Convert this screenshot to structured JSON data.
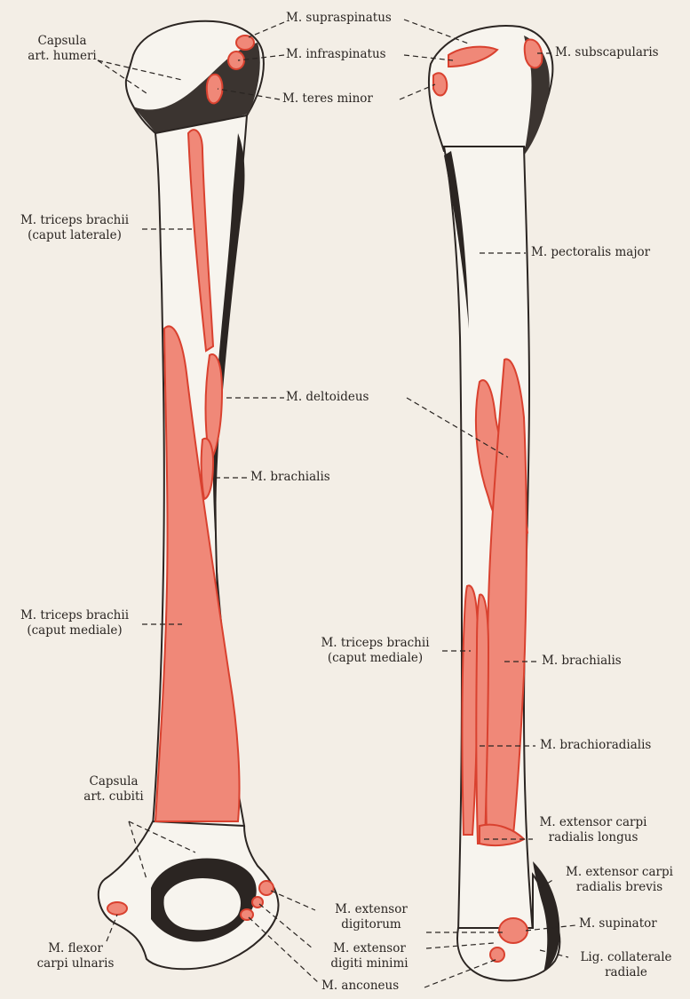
{
  "labels": {
    "capsula_humeri": [
      "Capsula",
      "art. humeri"
    ],
    "supraspinatus": "M. supraspinatus",
    "infraspinatus": "M. infraspinatus",
    "subscapularis": "M. subscapularis",
    "teres_minor": "M. teres minor",
    "triceps_lateral": [
      "M. triceps brachii",
      "(caput laterale)"
    ],
    "pectoralis_major": "M. pectoralis major",
    "deltoideus": "M. deltoideus",
    "brachialis_left": "M. brachialis",
    "triceps_medial_left": [
      "M. triceps brachii",
      "(caput mediale)"
    ],
    "triceps_medial_right": [
      "M. triceps brachii",
      "(caput mediale)"
    ],
    "brachialis_right": "M. brachialis",
    "brachioradialis": "M. brachioradialis",
    "capsula_cubiti": [
      "Capsula",
      "art. cubiti"
    ],
    "ecr_longus": [
      "M. extensor carpi",
      "radialis longus"
    ],
    "ecr_brevis": [
      "M. extensor carpi",
      "radialis brevis"
    ],
    "extensor_digitorum": [
      "M. extensor",
      "digitorum"
    ],
    "supinator": "M. supinator",
    "flexor_carpi_ulnaris": [
      "M. flexor",
      "carpi ulnaris"
    ],
    "extensor_digiti_minimi": [
      "M. extensor",
      "digiti minimi"
    ],
    "lig_collaterale": [
      "Lig. collaterale",
      "radiale"
    ],
    "anconeus": "M. anconeus"
  },
  "colors": {
    "background": "#f3eee6",
    "bone": "#f7f4ee",
    "bone_shadow": "#2b2522",
    "muscle_fill": "#f08878",
    "muscle_outline": "#d9412f",
    "ink": "#2a2522"
  }
}
